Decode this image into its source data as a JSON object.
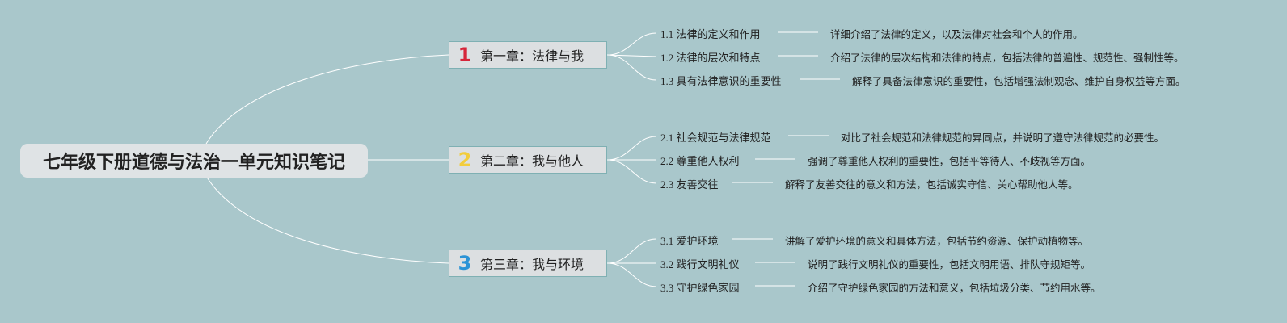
{
  "root": {
    "title": "七年级下册道德与法治一单元知识笔记"
  },
  "colors": {
    "background": "#a9c7cb",
    "line": "#ffffff",
    "num1": "#d6263a",
    "num2": "#f2cd3c",
    "num3": "#2b93d6"
  },
  "chapters": [
    {
      "num": "1",
      "icon": "number-1-icon",
      "label": "第一章：法律与我",
      "topics": [
        {
          "label": "1.1 法律的定义和作用",
          "desc": "详细介绍了法律的定义，以及法律对社会和个人的作用。"
        },
        {
          "label": "1.2 法律的层次和特点",
          "desc": "介绍了法律的层次结构和法律的特点，包括法律的普遍性、规范性、强制性等。"
        },
        {
          "label": "1.3 具有法律意识的重要性",
          "desc": "解释了具备法律意识的重要性，包括增强法制观念、维护自身权益等方面。"
        }
      ]
    },
    {
      "num": "2",
      "icon": "number-2-icon",
      "label": "第二章：我与他人",
      "topics": [
        {
          "label": "2.1 社会规范与法律规范",
          "desc": "对比了社会规范和法律规范的异同点，并说明了遵守法律规范的必要性。"
        },
        {
          "label": "2.2 尊重他人权利",
          "desc": "强调了尊重他人权利的重要性，包括平等待人、不歧视等方面。"
        },
        {
          "label": "2.3 友善交往",
          "desc": "解释了友善交往的意义和方法，包括诚实守信、关心帮助他人等。"
        }
      ]
    },
    {
      "num": "3",
      "icon": "number-3-icon",
      "label": "第三章：我与环境",
      "topics": [
        {
          "label": "3.1 爱护环境",
          "desc": "讲解了爱护环境的意义和具体方法，包括节约资源、保护动植物等。"
        },
        {
          "label": "3.2 践行文明礼仪",
          "desc": "说明了践行文明礼仪的重要性，包括文明用语、排队守规矩等。"
        },
        {
          "label": "3.3 守护绿色家园",
          "desc": "介绍了守护绿色家园的方法和意义，包括垃圾分类、节约用水等。"
        }
      ]
    }
  ]
}
